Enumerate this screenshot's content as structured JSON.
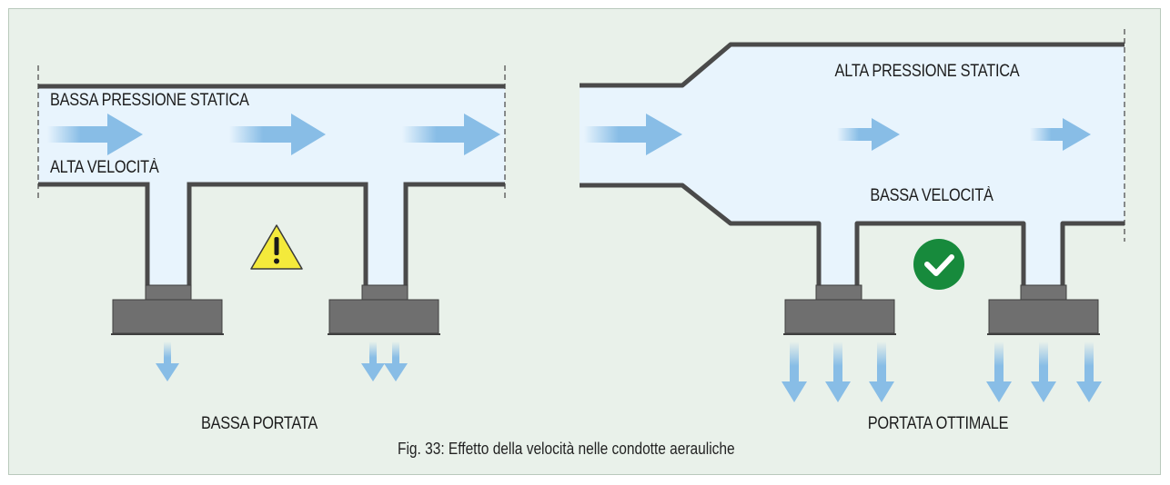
{
  "colors": {
    "background": "#e9f1ea",
    "duct_fill": "#e8f4fd",
    "duct_wall": "#4a4a4a",
    "arrow": "#88bde6",
    "diffuser": "#6f6f6f",
    "warning": "#f4ea3b",
    "ok": "#178a3c"
  },
  "left": {
    "label_pressure": "BASSA PRESSIONE STATICA",
    "label_velocity": "ALTA VELOCITÀ",
    "label_flow": "BASSA PORTATA",
    "status_icon": "warning-icon"
  },
  "right": {
    "label_pressure": "ALTA PRESSIONE STATICA",
    "label_velocity": "BASSA VELOCITÀ",
    "label_flow": "PORTATA OTTIMALE",
    "status_icon": "check-icon"
  },
  "caption": "Fig. 33: Effetto della velocità nelle condotte aerauliche"
}
